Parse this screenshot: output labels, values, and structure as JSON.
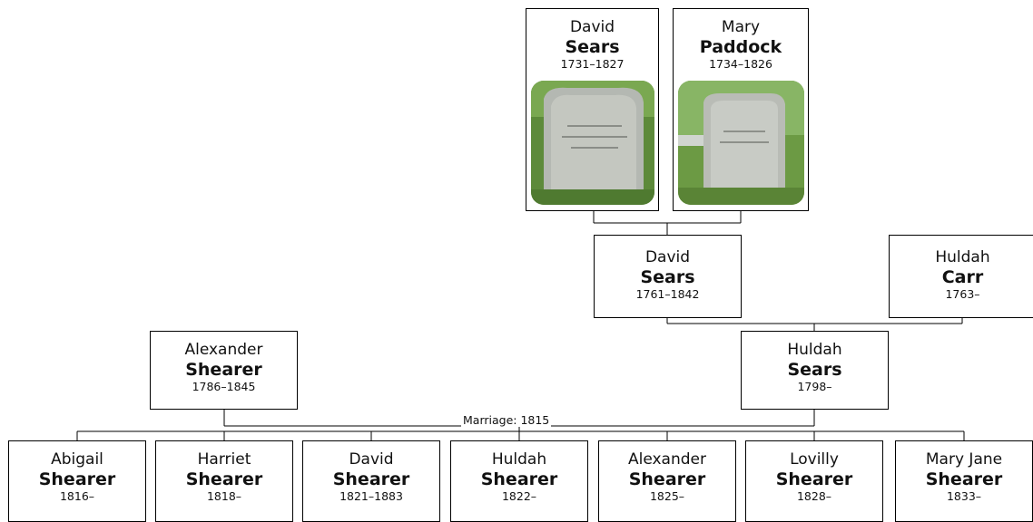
{
  "people": {
    "david_sears_1731": {
      "given": "David",
      "surname": "Sears",
      "dates": "1731–1827"
    },
    "mary_paddock": {
      "given": "Mary",
      "surname": "Paddock",
      "dates": "1734–1826"
    },
    "david_sears_1761": {
      "given": "David",
      "surname": "Sears",
      "dates": "1761–1842"
    },
    "huldah_carr": {
      "given": "Huldah",
      "surname": "Carr",
      "dates": "1763–"
    },
    "alexander_shearer": {
      "given": "Alexander",
      "surname": "Shearer",
      "dates": "1786–1845"
    },
    "huldah_sears": {
      "given": "Huldah",
      "surname": "Sears",
      "dates": "1798–"
    }
  },
  "marriage_label": "Marriage: 1815",
  "children": [
    {
      "given": "Abigail",
      "surname": "Shearer",
      "dates": "1816–"
    },
    {
      "given": "Harriet",
      "surname": "Shearer",
      "dates": "1818–"
    },
    {
      "given": "David",
      "surname": "Shearer",
      "dates": "1821–1883"
    },
    {
      "given": "Huldah",
      "surname": "Shearer",
      "dates": "1822–"
    },
    {
      "given": "Alexander",
      "surname": "Shearer",
      "dates": "1825–"
    },
    {
      "given": "Lovilly",
      "surname": "Shearer",
      "dates": "1828–"
    },
    {
      "given": "Mary Jane",
      "surname": "Shearer",
      "dates": "1833–"
    }
  ]
}
